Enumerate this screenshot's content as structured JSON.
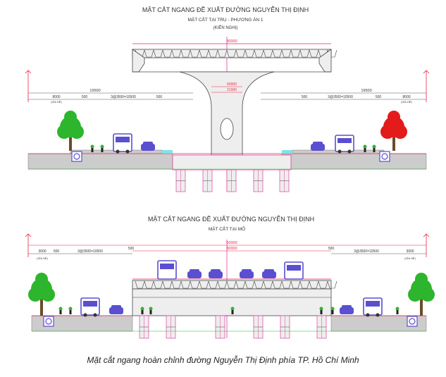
{
  "colors": {
    "line": "#444444",
    "red": "#e8274b",
    "pink": "#e040a0",
    "magenta": "#cc33cc",
    "tree_green": "#2db52d",
    "tree_red": "#e31b1b",
    "vehicle_blue": "#5a4fd0",
    "ground": "#cccccc",
    "deck": "#eeeeee",
    "water": "#7fe3e8"
  },
  "diagram1": {
    "title": "MẶT CẮT NGANG ĐỀ XUẤT ĐƯỜNG  NGUYỄN THỊ ĐỊNH",
    "subtitle": "MẶT CẮT TẠI TRỤ - PHƯƠNG ÁN 1",
    "note": "(KIẾN NGHỊ)",
    "dim_top": "30000",
    "dim_mid1": "60000",
    "dim_mid2": "21000",
    "left_dims": {
      "a": "19500",
      "b": "8000",
      "c": "500",
      "d": "3@3500=10500",
      "e": "500",
      "f": "(VỈA HÈ)"
    },
    "right_dims": {
      "a": "19500",
      "b": "8000",
      "c": "500",
      "d": "3@3500=10500",
      "e": "500",
      "f": "(VỈA HÈ)"
    }
  },
  "diagram2": {
    "title": "MẶT CẮT NGANG ĐỀ XUẤT ĐƯỜNG  NGUYỄN THỊ ĐỊNH",
    "subtitle": "MẶT CẮT TẠI MỐ",
    "dim_top": "60000",
    "dim_mid": "30000",
    "left_dims": {
      "a": "3000",
      "b": "500",
      "c": "3@3500=10500",
      "d": "500",
      "e": "(VỈA HÈ)"
    },
    "right_dims": {
      "a": "3@3500=10500",
      "b": "500",
      "c": "3000",
      "d": "(VỈA HÈ)"
    }
  },
  "caption": "Mặt cắt ngang hoàn chỉnh đường Nguyễn Thị Định phía TP. Hồ Chí Minh"
}
